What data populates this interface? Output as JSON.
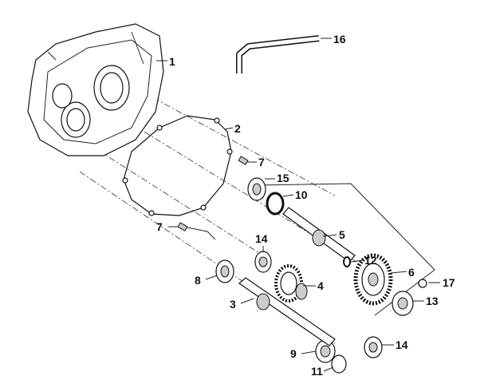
{
  "title": "Transmission exploded parts diagram",
  "callouts": {
    "c1": "1",
    "c2": "2",
    "c3": "3",
    "c4": "4",
    "c5": "5",
    "c6": "6",
    "c7a": "7",
    "c7b": "7",
    "c8": "8",
    "c9": "9",
    "c10": "10",
    "c11": "11",
    "c12": "12",
    "c13": "13",
    "c14a": "14",
    "c14b": "14",
    "c15": "15",
    "c16": "16",
    "c17": "17"
  }
}
